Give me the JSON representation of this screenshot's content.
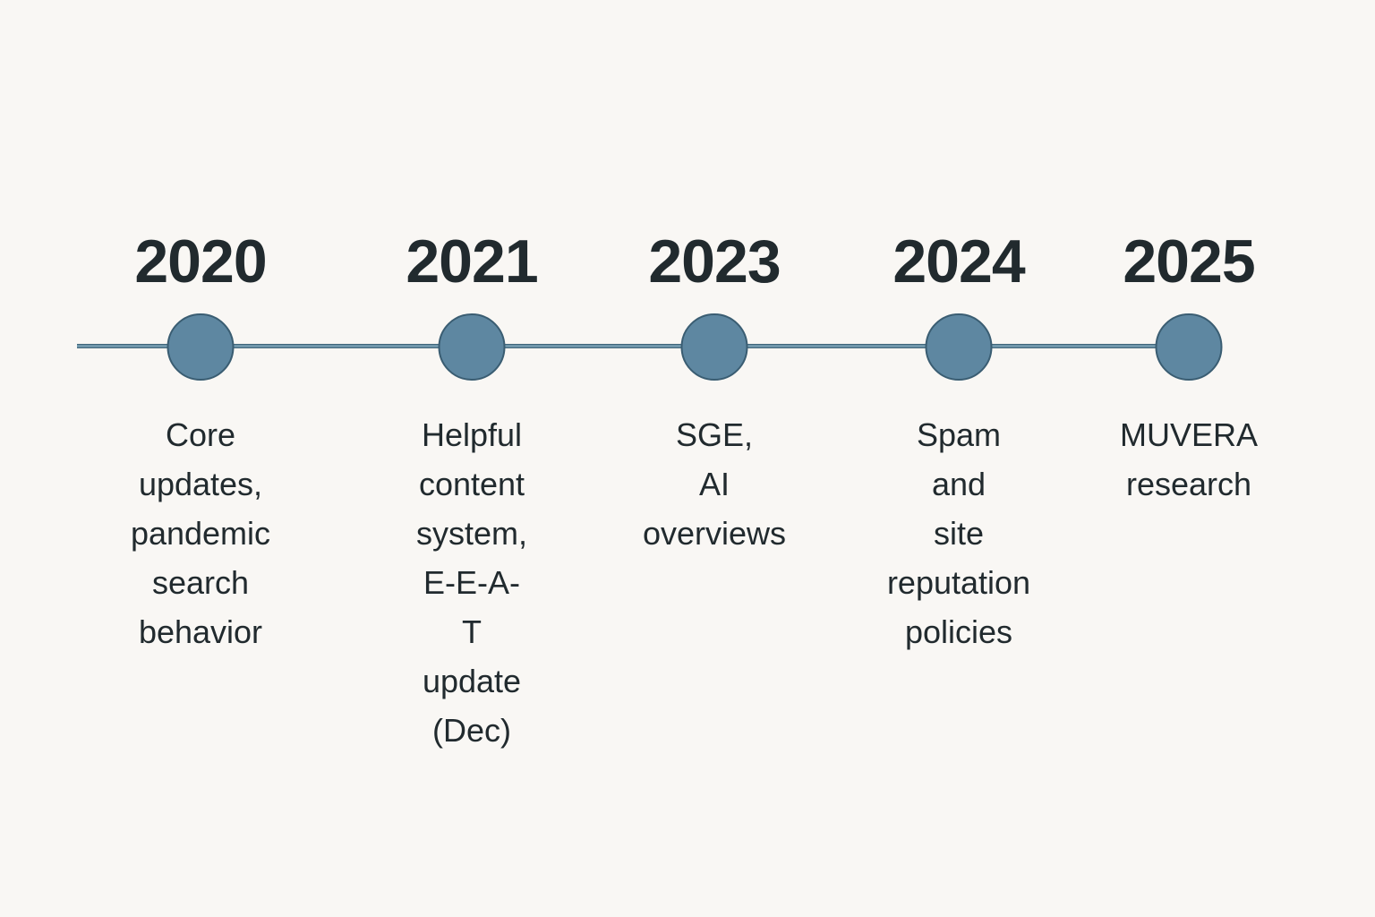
{
  "timeline": {
    "milestones": [
      {
        "year": "2020",
        "description": "Core updates,\npandemic\nsearch\nbehavior"
      },
      {
        "year": "2021",
        "description": "Helpful\ncontent\nsystem,\nE-E-A-T\nupdate (Dec)"
      },
      {
        "year": "2023",
        "description": "SGE,\nAI overviews"
      },
      {
        "year": "2024",
        "description": "Spam and\nsite\nreputation\npolicies"
      },
      {
        "year": "2025",
        "description": "MUVERA\nresearch"
      }
    ],
    "colors": {
      "background": "#f9f7f4",
      "text": "#212a2e",
      "dot_fill": "#5e87a1",
      "dot_border": "#3a5d72",
      "line_fill": "#7097ab",
      "line_border": "#3f6478"
    }
  }
}
